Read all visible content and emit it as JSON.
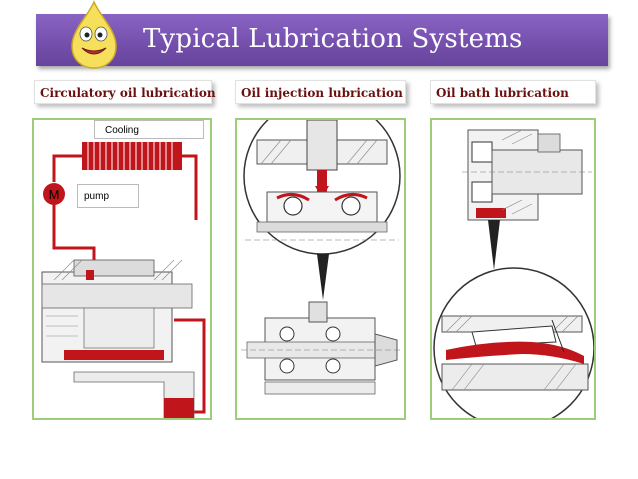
{
  "slide": {
    "title": "Typical Lubrication Systems"
  },
  "sections": [
    {
      "label": "Circulatory oil lubrication"
    },
    {
      "label": "Oil injection lubrication"
    },
    {
      "label": "Oil bath lubrication"
    }
  ],
  "circulatory": {
    "cooling_label": "Cooling",
    "pump_label": "pump",
    "motor_symbol": "M"
  },
  "colors": {
    "banner": "#7550ad",
    "panel_border": "#9dcd78",
    "label_text": "#6b0f0f",
    "oil": "#c0161b"
  }
}
